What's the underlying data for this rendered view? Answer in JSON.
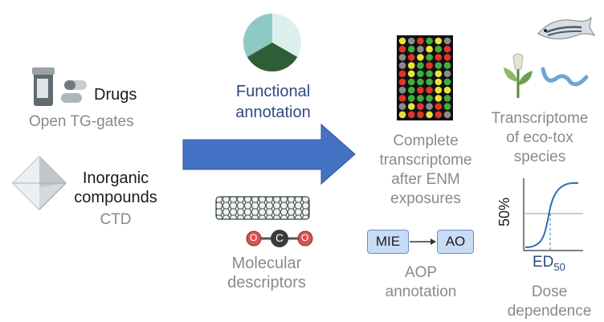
{
  "sources": {
    "drugs": {
      "title": "Drugs",
      "subtitle": "Open TG-gates",
      "icon": "pill-bottle-icon"
    },
    "inorganic": {
      "title_line1": "Inorganic",
      "title_line2": "compounds",
      "subtitle": "CTD",
      "icon": "crystal-icon"
    }
  },
  "functional": {
    "line1": "Functional",
    "line2": "annotation",
    "icon": "pie-chart-icon"
  },
  "molecular": {
    "line1": "Molecular",
    "line2": "descriptors",
    "atoms": [
      "O",
      "C",
      "O"
    ],
    "icon": "nanotube-icon"
  },
  "transcriptome": {
    "line1": "Complete",
    "line2": "transcriptome",
    "line3": "after ENM",
    "line4": "exposures",
    "icon": "microarray-icon"
  },
  "aop": {
    "box1": "MIE",
    "box2": "AO",
    "line1": "AOP",
    "line2": "annotation"
  },
  "ecotox": {
    "line1": "Transcriptome",
    "line2": "of eco-tox",
    "line3": "species",
    "icons": [
      "zebrafish-icon",
      "plant-icon",
      "worm-icon"
    ]
  },
  "dose": {
    "y_label": "50%",
    "x_label": "ED",
    "x_sub": "50",
    "line1": "Dose",
    "line2": "dependence"
  },
  "colors": {
    "arrow": "#4472c4",
    "pie_light": "#dcefed",
    "pie_mid": "#8fc9c4",
    "pie_dark": "#2d5e36",
    "blue_text": "#2e4a80",
    "aop_box": "#c9dcf5",
    "curve": "#2f6fb3"
  }
}
